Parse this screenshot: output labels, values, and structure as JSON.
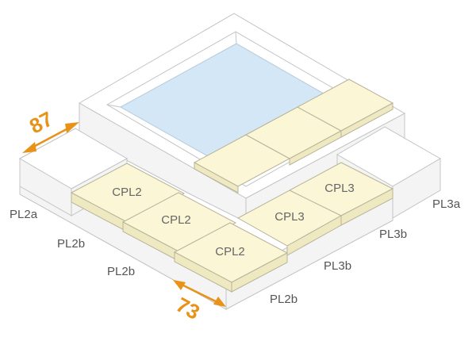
{
  "panels": {
    "cpl2": [
      "CPL2",
      "CPL2",
      "CPL2"
    ],
    "cpl3": [
      "CPL3",
      "CPL3"
    ]
  },
  "edge_labels": {
    "pl2a": "PL2a",
    "pl2b_1": "PL2b",
    "pl2b_2": "PL2b",
    "pl2b_3": "PL2b",
    "pl3a": "PL3a",
    "pl3b_1": "PL3b",
    "pl3b_2": "PL3b"
  },
  "dimensions": {
    "top_width": "87",
    "bottom_width": "73"
  },
  "colors": {
    "slab": "#fbf6d6",
    "water": "#d4e7f7",
    "dimension": "#e89218"
  }
}
